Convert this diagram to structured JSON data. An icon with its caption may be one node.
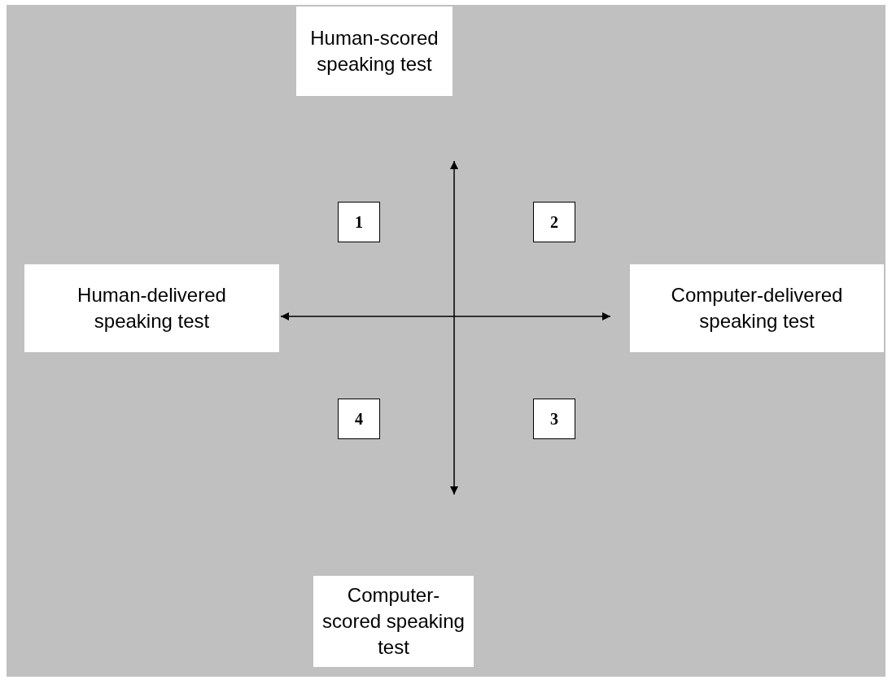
{
  "diagram": {
    "nodes": [
      {
        "text": [
          "Human-scored speaking test"
        ]
      },
      {
        "text": [
          "1"
        ]
      },
      {
        "text": [
          "2"
        ]
      },
      {
        "text": [
          "Human-delivered speaking test"
        ]
      },
      {
        "text": [
          "Computer-delivered speaking test"
        ]
      },
      {
        "text": [
          "4"
        ]
      },
      {
        "text": [
          "3"
        ]
      },
      {
        "text": [
          "Computer-scored speaking test"
        ]
      }
    ]
  }
}
